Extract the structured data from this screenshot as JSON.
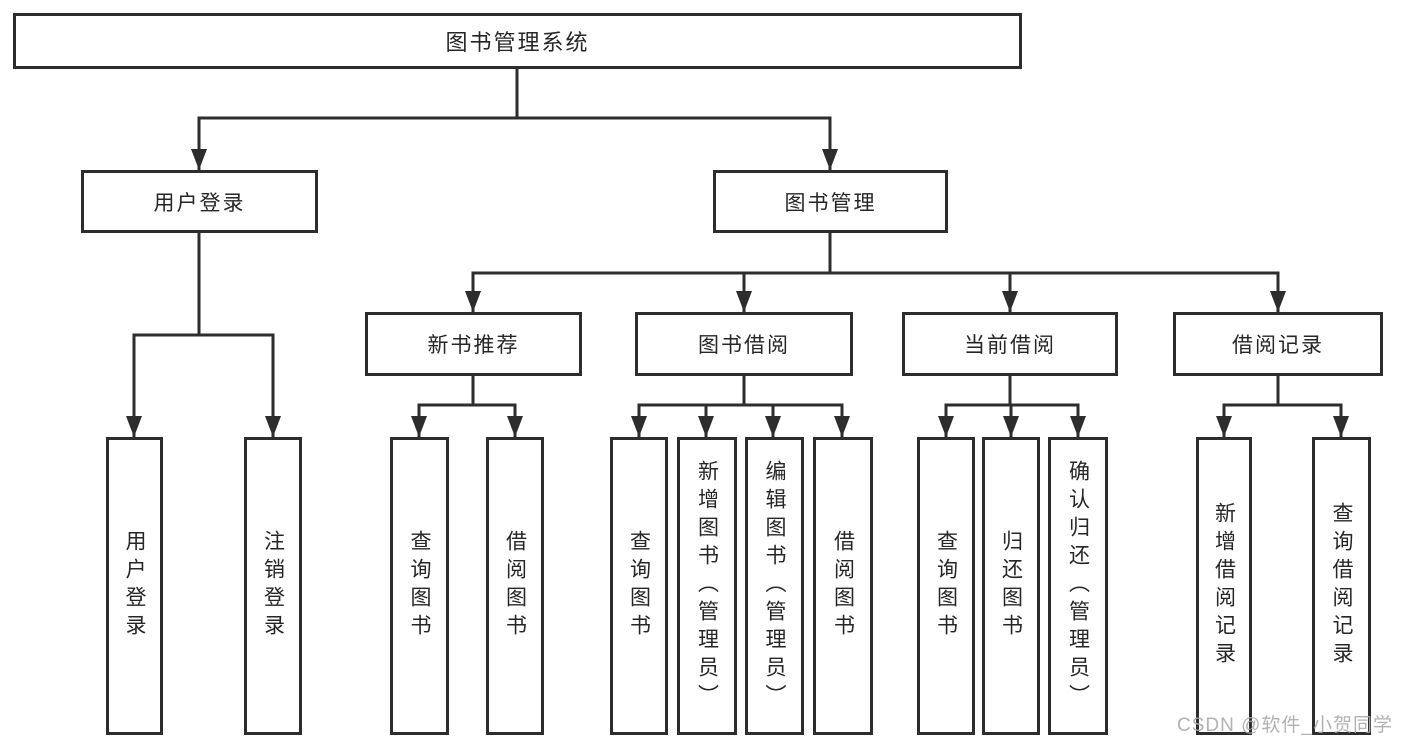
{
  "colors": {
    "line": "#2d2d2d",
    "box_border": "#2d2d2d",
    "text": "#262626",
    "watermark": "#aaaaaa",
    "background": "#ffffff"
  },
  "diagram": {
    "root": {
      "label": "图书管理系统"
    },
    "level1": [
      {
        "label": "用户登录"
      },
      {
        "label": "图书管理"
      }
    ],
    "level2": [
      {
        "label": "新书推荐"
      },
      {
        "label": "图书借阅"
      },
      {
        "label": "当前借阅"
      },
      {
        "label": "借阅记录"
      }
    ],
    "leaves": [
      {
        "label": "用户登录"
      },
      {
        "label": "注销登录"
      },
      {
        "label": "查询图书"
      },
      {
        "label": "借阅图书"
      },
      {
        "label": "查询图书"
      },
      {
        "label": "新增图书（管理员）"
      },
      {
        "label": "编辑图书（管理员）"
      },
      {
        "label": "借阅图书"
      },
      {
        "label": "查询图书"
      },
      {
        "label": "归还图书"
      },
      {
        "label": "确认归还（管理员）"
      },
      {
        "label": "新增借阅记录"
      },
      {
        "label": "查询借阅记录"
      }
    ]
  },
  "watermark": {
    "text": "CSDN @软件_小贺同学"
  }
}
